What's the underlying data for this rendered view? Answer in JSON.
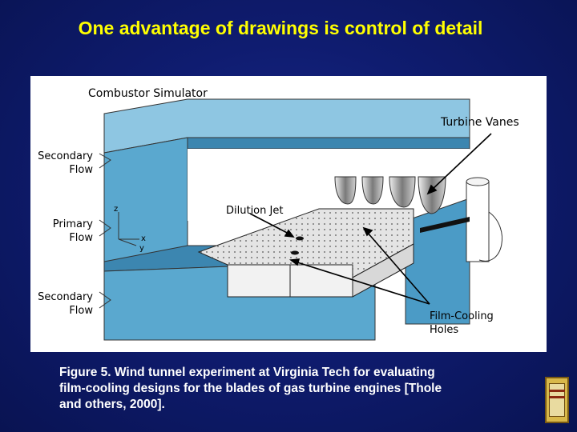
{
  "title": "One advantage of drawings is control of detail",
  "diagram": {
    "labels": {
      "combustor_simulator": "Combustor Simulator",
      "turbine_vanes": "Turbine Vanes",
      "secondary_flow_top_1": "Secondary",
      "secondary_flow_top_2": "Flow",
      "primary_flow_1": "Primary",
      "primary_flow_2": "Flow",
      "secondary_flow_bottom_1": "Secondary",
      "secondary_flow_bottom_2": "Flow",
      "dilution_jet": "Dilution Jet",
      "film_cooling_1": "Film-Cooling",
      "film_cooling_2": "Holes",
      "axis_z": "z",
      "axis_x": "x",
      "axis_y": "y"
    },
    "colors": {
      "duct_blue": "#5aa8cf",
      "duct_dark": "#3c86b0",
      "background": "#ffffff"
    }
  },
  "caption": {
    "line1": "Figure 5. Wind tunnel experiment at Virginia Tech for evaluating",
    "line2": "film-cooling designs for the blades of gas turbine engines [Thole",
    "line3": "and others, 2000]."
  },
  "book_icon": "book-cover-icon"
}
